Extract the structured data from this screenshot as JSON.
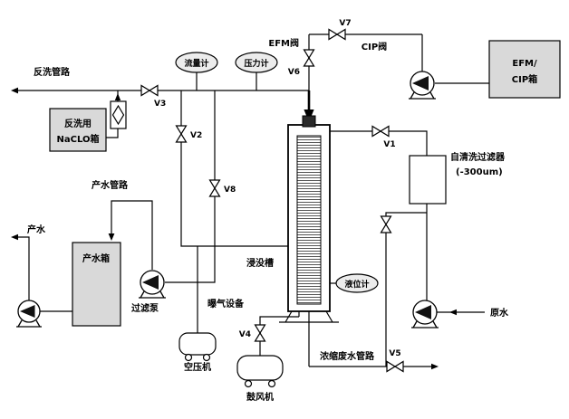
{
  "diagram": {
    "labels": {
      "backwash_line": "反洗管路",
      "naclo_tank_line1": "反洗用",
      "naclo_tank_line2": "NaCLO箱",
      "flow_meter": "流量计",
      "pressure_gauge": "压力计",
      "efm_valve": "EFM阀",
      "cip_valve": "CIP阀",
      "efm_cip_tank_line1": "EFM/",
      "efm_cip_tank_line2": "CIP箱",
      "self_clean_filter_line1": "自清洗过滤器",
      "self_clean_filter_line2": "(-300um)",
      "product_line": "产水管路",
      "product_water": "产水",
      "product_tank": "产水箱",
      "filter_pump": "过滤泵",
      "immersion_tank": "浸没槽",
      "aeration_device": "曝气设备",
      "air_compressor": "空压机",
      "blower": "鼓风机",
      "level_gauge": "液位计",
      "concentrate_line": "浓缩废水管路",
      "raw_water": "原水",
      "v1": "V1",
      "v2": "V2",
      "v3": "V3",
      "v4": "V4",
      "v5": "V5",
      "v6": "V6",
      "v7": "V7",
      "v8": "V8"
    },
    "colors": {
      "line": "#000000",
      "tank_fill": "#d9d9d9",
      "instrument_fill": "#ececec",
      "background": "#ffffff"
    }
  }
}
